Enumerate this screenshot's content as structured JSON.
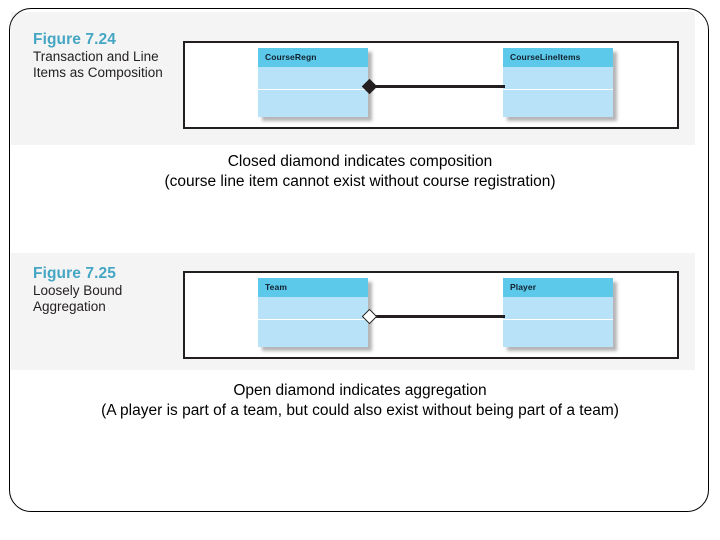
{
  "slide": {
    "border_color": "#000000",
    "band_color": "#f4f4f4"
  },
  "figures": [
    {
      "id": "figure-7-24",
      "number": "Figure 7.24",
      "title_lines": [
        "Transaction and Line",
        "Items as Composition"
      ],
      "number_color": "#45a6c4",
      "diagram": {
        "relationship": "composition",
        "diamond": "closed",
        "classes": [
          {
            "name": "CourseRegn",
            "compartments": 2
          },
          {
            "name": "CourseLineItems",
            "compartments": 2
          }
        ]
      },
      "caption_lines": [
        "Closed diamond indicates composition",
        "(course line item cannot exist without course registration)"
      ]
    },
    {
      "id": "figure-7-25",
      "number": "Figure 7.25",
      "title_lines": [
        "Loosely Bound",
        "Aggregation"
      ],
      "number_color": "#45a6c4",
      "diagram": {
        "relationship": "aggregation",
        "diamond": "open",
        "classes": [
          {
            "name": "Team",
            "compartments": 2
          },
          {
            "name": "Player",
            "compartments": 2
          }
        ]
      },
      "caption_lines": [
        "Open diamond indicates aggregation",
        "(A player is part of a team, but could also exist without being part of a team)"
      ]
    }
  ],
  "colors": {
    "class_header": "#5cc8ea",
    "class_body": "#b8e2f7",
    "line": "#231f20"
  }
}
